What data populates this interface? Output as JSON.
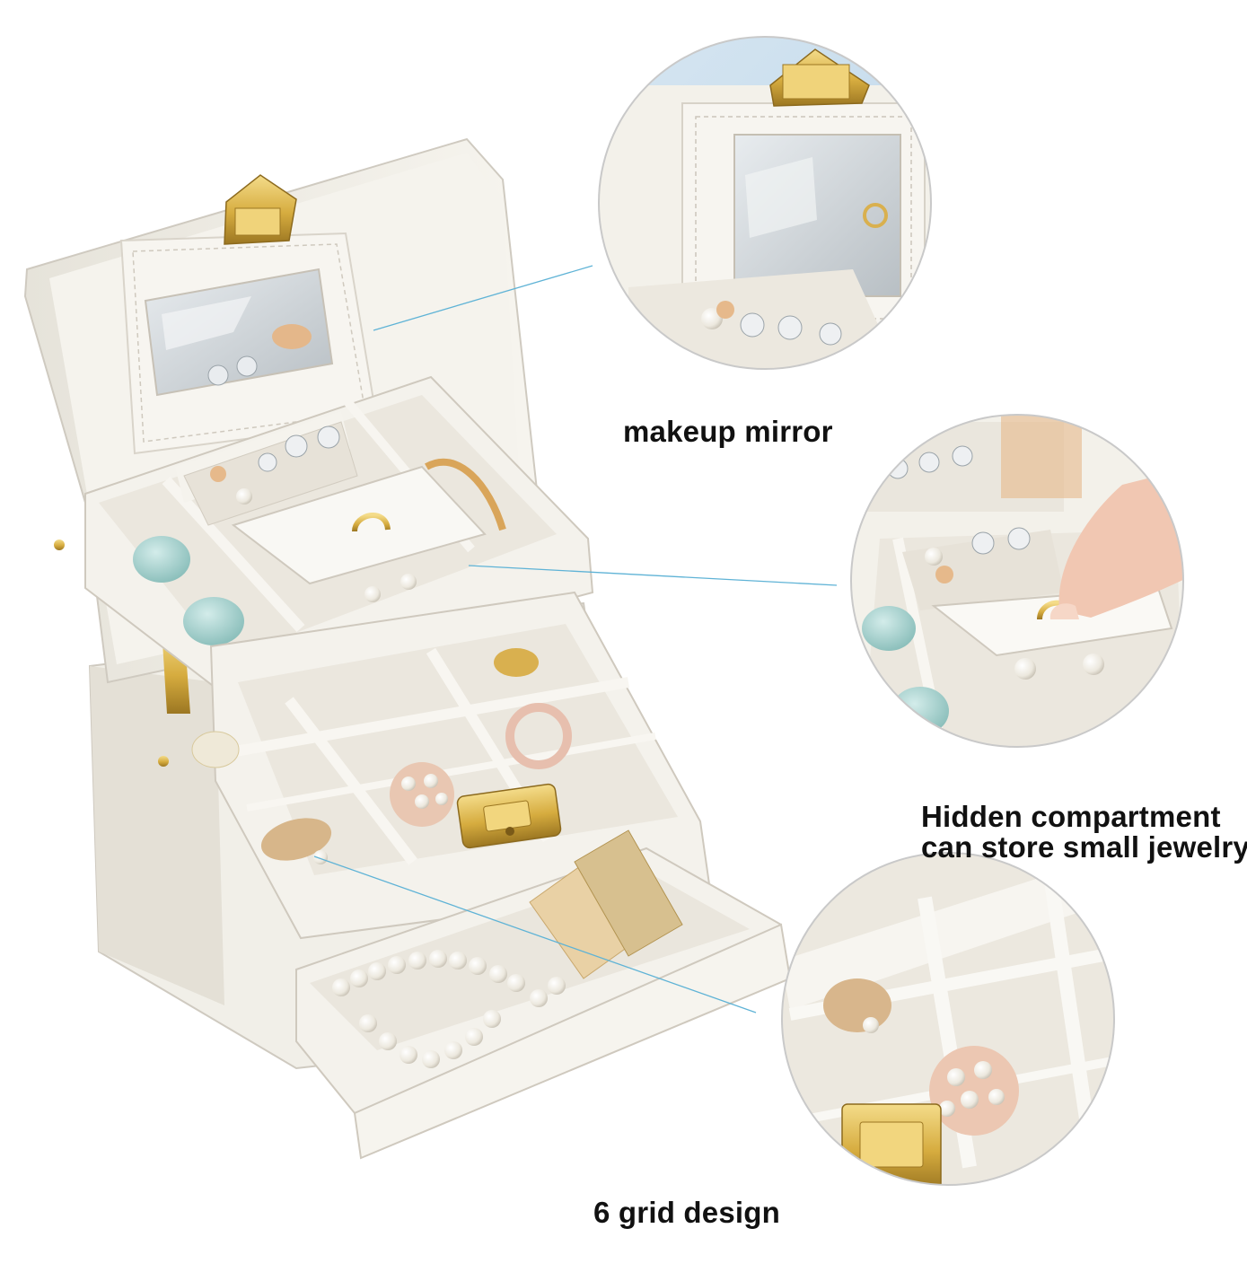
{
  "callouts": {
    "mirror": "makeup mirror",
    "hidden_line1": "Hidden compartment",
    "hidden_line2": "can store small jewelry",
    "grid": "6 grid design"
  },
  "colors": {
    "leather": "#f3f1ea",
    "leather_shade": "#ddd9cf",
    "velvet": "#ece8df",
    "gold": "#d8b24a",
    "leader_line": "#5fb3d6",
    "pearl": "#f7f5ef",
    "blue_stone": "#a9d2cf"
  }
}
